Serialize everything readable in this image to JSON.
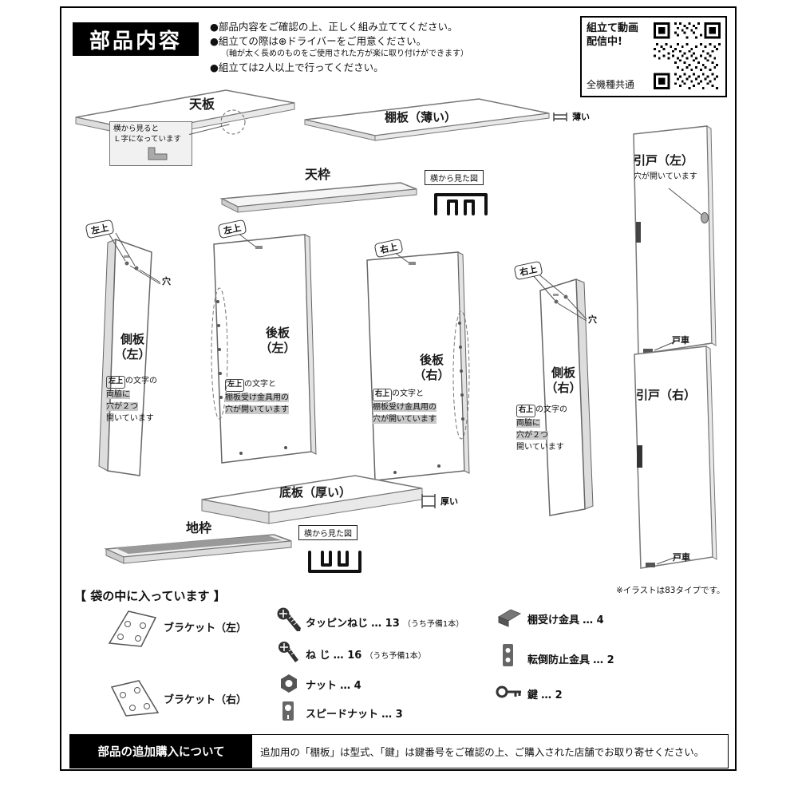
{
  "page": {
    "title": "部品内容",
    "notes": [
      "●部品内容をご確認の上、正しく組み立ててください。",
      "●組立ての際は⊕ドライバーをご用意ください。",
      "（軸が太く長めのものをご使用された方が楽に取り付けができます）",
      "●組立ては2人以上で行ってください。"
    ],
    "video": {
      "line1": "組立て動画",
      "line2": "配信中!",
      "line3": "全機種共通"
    },
    "type_note": "※イラストは83タイプです。"
  },
  "parts": {
    "tenban": {
      "name": "天板"
    },
    "tenban_callout": {
      "line1": "横から見ると",
      "line2": "Ｌ字になっています"
    },
    "tanaita": {
      "name": "棚板（薄い）",
      "thickness": "薄い"
    },
    "tenwaku": {
      "name": "天枠",
      "sideview": "横から見た図"
    },
    "jiwaku": {
      "name": "地枠",
      "sideview": "横から見た図"
    },
    "hikido_l": {
      "name": "引戸（左）",
      "hole_note": "穴が開いています",
      "roller": "戸車"
    },
    "hikido_r": {
      "name": "引戸（右）",
      "roller": "戸車"
    },
    "sokuban_l": {
      "line1": "側板",
      "line2": "（左）",
      "tag": "左上",
      "hole": "穴",
      "note_tag": "左上",
      "note_a": "の文字の",
      "note_b": "両脇に",
      "note_c": "穴が２つ",
      "note_d": "開いています"
    },
    "sokuban_r": {
      "line1": "側板",
      "line2": "（右）",
      "tag": "右上",
      "hole": "穴",
      "note_tag": "右上",
      "note_a": "の文字の",
      "note_b": "両脇に",
      "note_c": "穴が２つ",
      "note_d": "開いています"
    },
    "kouban_l": {
      "line1": "後板",
      "line2": "（左）",
      "tag": "左上",
      "note_tag": "左上",
      "note_a": "の文字と",
      "note_b": "棚板受け金具用の",
      "note_c": "穴が開いています"
    },
    "kouban_r": {
      "line1": "後板",
      "line2": "（右）",
      "tag": "右上",
      "note_tag": "右上",
      "note_a": "の文字と",
      "note_b": "棚板受け金具用の",
      "note_c": "穴が開いています"
    },
    "teiban": {
      "name": "底板（厚い）",
      "thickness": "厚い"
    }
  },
  "bag": {
    "title": "【 袋の中に入っています 】",
    "items": [
      {
        "label": "ブラケット（左）"
      },
      {
        "label": "ブラケット（右）"
      },
      {
        "label": "タッピンねじ",
        "count": "… 13",
        "note": "（うち予備1本）"
      },
      {
        "label": "ね じ",
        "count": "… 16",
        "note": "（うち予備1本）"
      },
      {
        "label": "ナット",
        "count": "… 4"
      },
      {
        "label": "スピードナット",
        "count": "… 3"
      },
      {
        "label": "棚受け金具",
        "count": "… 4"
      },
      {
        "label": "転倒防止金具",
        "count": "… 2"
      },
      {
        "label": "鍵",
        "count": "… 2"
      }
    ]
  },
  "footer": {
    "label": "部品の追加購入について",
    "text": "追加用の「棚板」は型式、「鍵」は鍵番号をご確認の上、ご購入された店舗でお取り寄せください。"
  }
}
